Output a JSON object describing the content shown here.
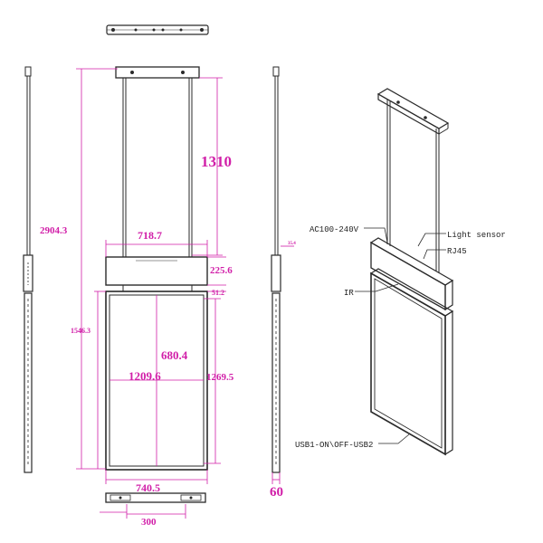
{
  "colors": {
    "line": "#2a2a2a",
    "dimension": "#d11ea8",
    "panel": "#e9e9e9"
  },
  "dimensions": {
    "total_height": "2904.3",
    "pole_length": "1310",
    "box_width": "718.7",
    "box_height": "225.6",
    "gap": "51.2",
    "screen_height": "1546.3",
    "view_width": "680.4",
    "view_height": "1209.6",
    "frame_height": "1269.5",
    "screen_width": "740.5",
    "pole_spacing": "300",
    "depth": "60",
    "side_small": "35.4"
  },
  "callouts": {
    "power": "AC100-240V",
    "light_sensor": "Light sensor",
    "rj45": "RJ45",
    "ir": "IR",
    "usb": "USB1-ON\\OFF-USB2"
  }
}
